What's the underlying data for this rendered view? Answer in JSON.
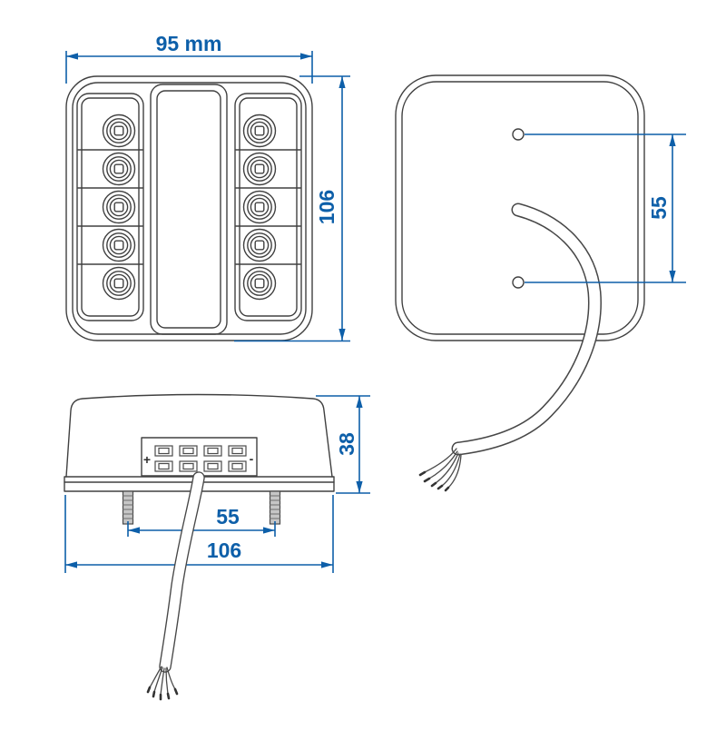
{
  "drawing": {
    "dimension_color": "#0d5fa9",
    "line_color": "#404040",
    "front_view": {
      "width_label": "95 mm",
      "height_label": "106"
    },
    "back_view": {
      "hole_spacing_label": "55"
    },
    "side_view": {
      "height_label": "38",
      "stud_spacing_label": "55",
      "width_label": "106",
      "positive_terminal": "+",
      "negative_terminal": "-"
    }
  }
}
